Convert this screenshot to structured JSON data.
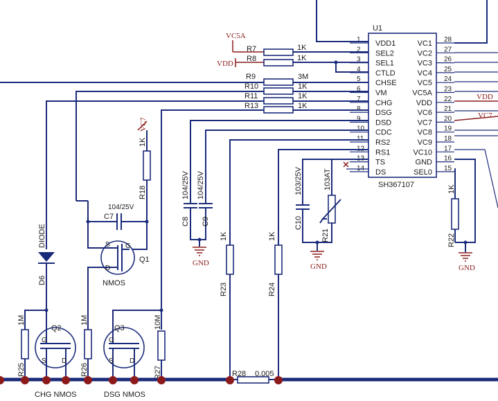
{
  "ic": {
    "ref": "U1",
    "part": "SH367107",
    "left_pins": [
      {
        "num": "1",
        "name": "VDD1"
      },
      {
        "num": "2",
        "name": "SEL2"
      },
      {
        "num": "3",
        "name": "SEL1"
      },
      {
        "num": "4",
        "name": "CTLD"
      },
      {
        "num": "5",
        "name": "CHSE"
      },
      {
        "num": "6",
        "name": "VM"
      },
      {
        "num": "7",
        "name": "CHG"
      },
      {
        "num": "8",
        "name": "DSG"
      },
      {
        "num": "9",
        "name": "DSD"
      },
      {
        "num": "10",
        "name": "CDC"
      },
      {
        "num": "11",
        "name": "RS2"
      },
      {
        "num": "12",
        "name": "RS1"
      },
      {
        "num": "13",
        "name": "TS"
      },
      {
        "num": "14",
        "name": "DS"
      }
    ],
    "right_pins": [
      {
        "num": "28",
        "name": "VC1"
      },
      {
        "num": "27",
        "name": "VC2"
      },
      {
        "num": "26",
        "name": "VC3"
      },
      {
        "num": "25",
        "name": "VC4"
      },
      {
        "num": "24",
        "name": "VC5"
      },
      {
        "num": "23",
        "name": "VC5A"
      },
      {
        "num": "22",
        "name": "VDD"
      },
      {
        "num": "21",
        "name": "VC6"
      },
      {
        "num": "20",
        "name": "VC7"
      },
      {
        "num": "19",
        "name": "VC8"
      },
      {
        "num": "18",
        "name": "VC9"
      },
      {
        "num": "17",
        "name": "VC10"
      },
      {
        "num": "16",
        "name": "GND"
      },
      {
        "num": "15",
        "name": "SEL0"
      }
    ]
  },
  "pin_resistors": [
    {
      "ref": "R7",
      "value": "1K"
    },
    {
      "ref": "R8",
      "value": "1K"
    },
    {
      "ref": "R9",
      "value": "3M"
    },
    {
      "ref": "R10",
      "value": "1K"
    },
    {
      "ref": "R11",
      "value": "1K"
    },
    {
      "ref": "R13",
      "value": "1K"
    }
  ],
  "power": {
    "vc5a": "VC5A",
    "vdd_left": "VDD",
    "vdd_right": "VDD",
    "vc7_right": "VC7",
    "vc7_r18": "VC7",
    "gnd": "GND"
  },
  "parts": {
    "r18": {
      "ref": "R18",
      "value": "1K"
    },
    "c7": {
      "ref": "C7",
      "value": "104/25V"
    },
    "q1": {
      "ref": "Q1",
      "label": "NMOS",
      "s": "S",
      "g": "G",
      "d": "D"
    },
    "d6": {
      "ref": "D6",
      "label": "DIODE"
    },
    "c8": {
      "ref": "C8",
      "value": "104/25V"
    },
    "c9": {
      "ref": "C9",
      "value": "104/25V"
    },
    "c10": {
      "ref": "C10",
      "value": "103/25V"
    },
    "r21": {
      "ref": "R21",
      "value": "103AT"
    },
    "r22": {
      "ref": "R22",
      "value": "1K"
    },
    "r23": {
      "ref": "R23",
      "value": "1K"
    },
    "r24": {
      "ref": "R24",
      "value": "1K"
    },
    "r25": {
      "ref": "R25",
      "value": "1M"
    },
    "r26": {
      "ref": "R26",
      "value": "1M"
    },
    "r27": {
      "ref": "R27",
      "value": "10M"
    },
    "r28": {
      "ref": "R28",
      "value": "0.005"
    },
    "q2": {
      "ref": "Q2",
      "label": "CHG NMOS",
      "g": "G",
      "s": "S",
      "d": "D"
    },
    "q3": {
      "ref": "Q3",
      "label": "DSG NMOS",
      "g": "G",
      "s": "S",
      "d": "D"
    }
  }
}
